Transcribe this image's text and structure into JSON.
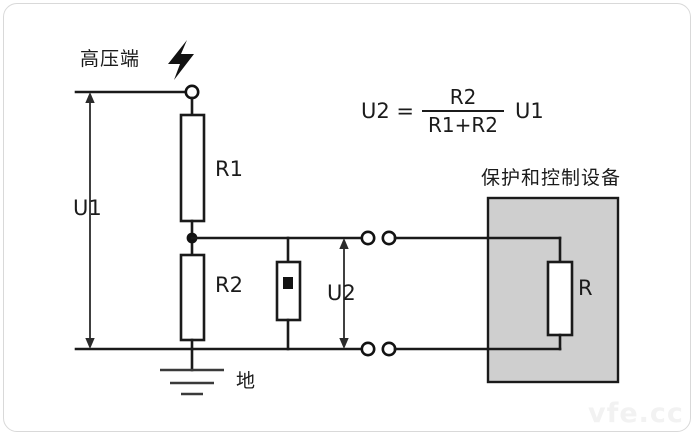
{
  "diagram": {
    "title_labels": {
      "high_voltage": "高压端",
      "ground": "地",
      "equipment": "保护和控制设备"
    },
    "components": {
      "r1": "R1",
      "r2": "R2",
      "r_load": "R"
    },
    "voltages": {
      "u1": "U1",
      "u2": "U2"
    },
    "formula": {
      "lhs": "U2 =",
      "numerator": "R2",
      "denominator": "R1+R2",
      "rhs": "U1"
    },
    "icons": {
      "lightning": "lightning-bolt-icon",
      "ground_symbol": "ground-symbol-icon",
      "arrester": "surge-arrester-icon",
      "terminal": "terminal-circle-icon"
    },
    "colors": {
      "wire": "#1a1a1a",
      "equipment_box_fill": "#cfcfcf",
      "component_fill": "#ffffff",
      "background": "#ffffff",
      "frame_border": "#d9d9d9",
      "watermark": "#f2f2f2"
    }
  },
  "watermark": {
    "text": "vfe.cc"
  }
}
